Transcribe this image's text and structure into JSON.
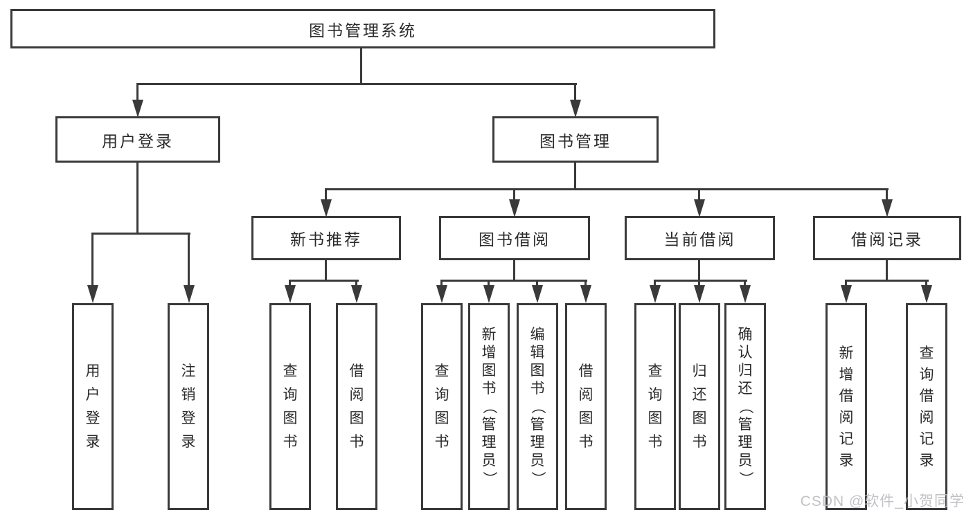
{
  "diagram": {
    "watermark": "CSDN @软件_小贺同学",
    "colors": {
      "line": "#3a3a3a",
      "text": "#2a2a2a",
      "background": "#ffffff",
      "watermark": "#bdbdc2"
    },
    "nodes": {
      "root": {
        "label": "图书管理系统"
      },
      "user_login": {
        "label": "用户登录"
      },
      "book_mgmt": {
        "label": "图书管理"
      },
      "new_book_rec": {
        "label": "新书推荐"
      },
      "book_borrow": {
        "label": "图书借阅"
      },
      "current_borrow": {
        "label": "当前借阅"
      },
      "borrow_records": {
        "label": "借阅记录"
      },
      "leaf_user_login": {
        "label": "用户登录"
      },
      "leaf_logout": {
        "label": "注销登录"
      },
      "leaf_query_book_rec": {
        "label": "查询图书"
      },
      "leaf_borrow_book_rec": {
        "label": "借阅图书"
      },
      "leaf_query_book_borrow": {
        "label": "查询图书"
      },
      "leaf_add_book": {
        "label": "新增图书（管理员）"
      },
      "leaf_edit_book": {
        "label": "编辑图书（管理员）"
      },
      "leaf_borrow_book": {
        "label": "借阅图书"
      },
      "leaf_query_book_current": {
        "label": "查询图书"
      },
      "leaf_return_book": {
        "label": "归还图书"
      },
      "leaf_confirm_return": {
        "label": "确认归还（管理员）"
      },
      "leaf_add_borrow_record": {
        "label": "新增借阅记录"
      },
      "leaf_query_borrow_record": {
        "label": "查询借阅记录"
      }
    },
    "edges": [
      {
        "from": "图书管理系统",
        "to": [
          "用户登录",
          "图书管理"
        ]
      },
      {
        "from": "用户登录",
        "to": [
          "用户登录",
          "注销登录"
        ]
      },
      {
        "from": "图书管理",
        "to": [
          "新书推荐",
          "图书借阅",
          "当前借阅",
          "借阅记录"
        ]
      },
      {
        "from": "新书推荐",
        "to": [
          "查询图书",
          "借阅图书"
        ]
      },
      {
        "from": "图书借阅",
        "to": [
          "查询图书",
          "新增图书（管理员）",
          "编辑图书（管理员）",
          "借阅图书"
        ]
      },
      {
        "from": "当前借阅",
        "to": [
          "查询图书",
          "归还图书",
          "确认归还（管理员）"
        ]
      },
      {
        "from": "借阅记录",
        "to": [
          "新增借阅记录",
          "查询借阅记录"
        ]
      }
    ]
  }
}
